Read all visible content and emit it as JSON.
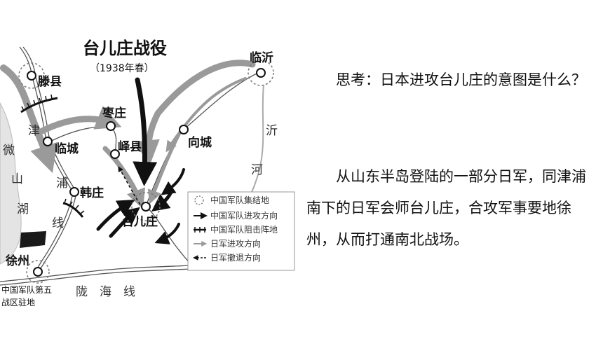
{
  "map": {
    "title": "台儿庄战役",
    "subtitle": "（1938年春）",
    "places": {
      "tengxian": "滕县",
      "linyi": "临沂",
      "zaozhuang": "枣庄",
      "yixian": "峄县",
      "xiangcheng": "向城",
      "lincheng": "临城",
      "hanzhuang": "韩庄",
      "taierzhuang": "台儿庄",
      "xuzhou": "徐州"
    },
    "line_labels": {
      "jin": "津",
      "pu": "浦",
      "xian": "线",
      "wei": "微",
      "shan": "山",
      "hu": "湖",
      "yi": "沂",
      "he": "河",
      "longhai": "陇　海　线"
    },
    "hq_label_1": "中国军队第五",
    "hq_label_2": "战区驻地",
    "legend": [
      "中国军队集结地",
      "中国军队进攻方向",
      "中国军队阻击阵地",
      "日军进攻方向",
      "日军撤退方向"
    ]
  },
  "question": "思考：日本进攻台儿庄的意图是什么？",
  "answer": "从山东半岛登陆的一部分日军，同津浦南下的日军会师台儿庄，合攻军事要地徐州，从而打通南北战场。"
}
